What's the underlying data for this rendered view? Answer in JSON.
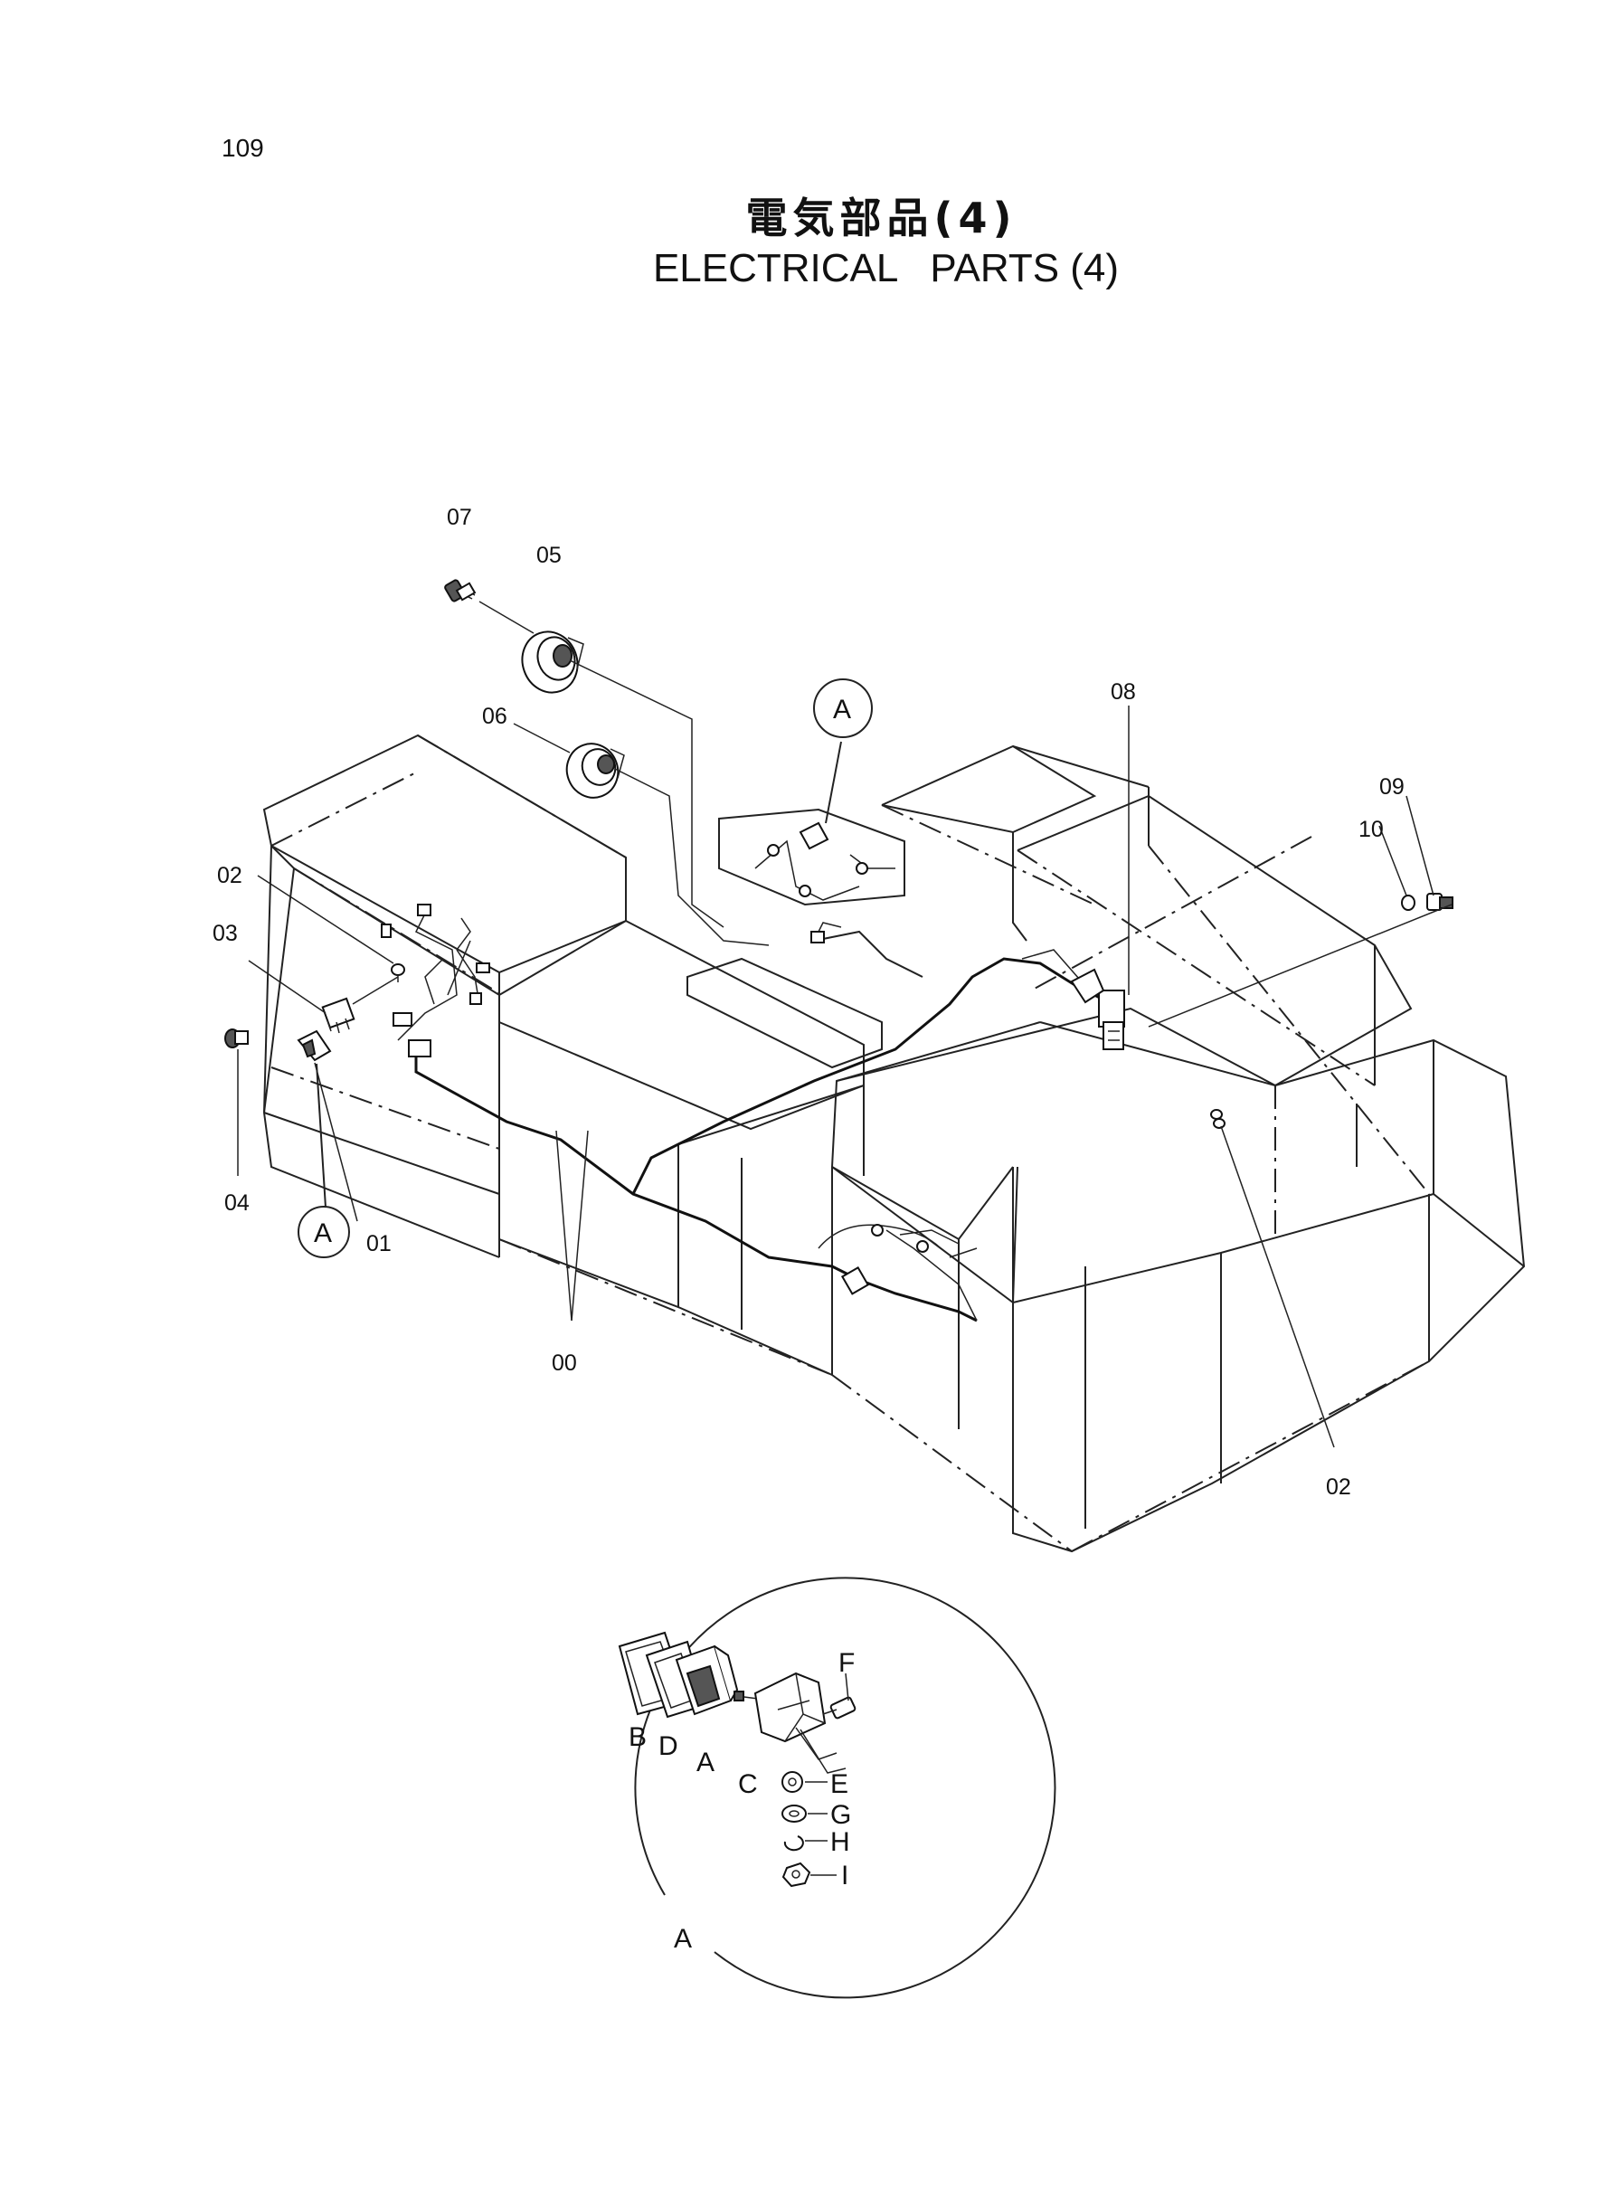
{
  "page_number": "109",
  "title_ja": "電気部品(4)",
  "title_en": "ELECTRICAL   PARTS (4)",
  "callouts": {
    "c00": "00",
    "c01": "01",
    "c02a": "02",
    "c02b": "02",
    "c03": "03",
    "c04": "04",
    "c05": "05",
    "c06": "06",
    "c07": "07",
    "c08": "08",
    "c09": "09",
    "c10": "10"
  },
  "ref_markers": {
    "top": "A",
    "left": "A"
  },
  "detail": {
    "name": "A",
    "labels": {
      "a": "A",
      "b": "B",
      "c": "C",
      "d": "D",
      "e": "E",
      "f": "F",
      "g": "G",
      "h": "H",
      "i": "I"
    }
  }
}
